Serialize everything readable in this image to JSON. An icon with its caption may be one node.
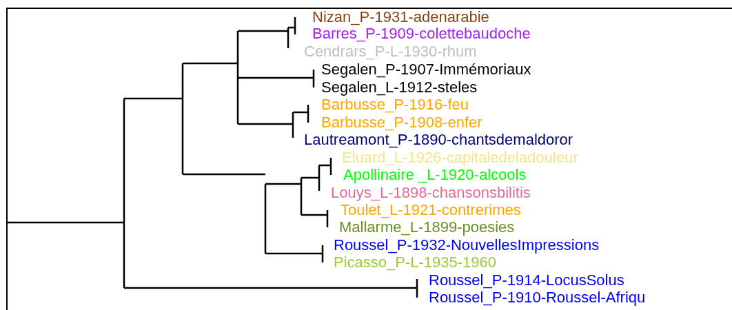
{
  "diagram": {
    "labels": [
      "Nizan_P-1931-adenarabie",
      "Barres_P-1909-colettebaudoche",
      "Cendrars_P-L-1930-rhum",
      "Segalen_P-1907-Immémoriaux",
      "Segalen_L-1912-steles",
      "Barbusse_P-1916-feu",
      "Barbusse_P-1908-enfer",
      "Lautreamont_P-1890-chantsdemaldoror",
      "Eluard_L-1926-capitaledeladouleur",
      "Apollinaire _L-1920-alcools",
      "Louys_L-1898-chansonsbilitis",
      "Toulet_L-1921-contrerimes",
      "Mallarme_L-1899-poesies",
      "Roussel_P-1932-NouvellesImpressions",
      "Picasso_P-L-1935-1960",
      "Roussel_P-1914-LocusSolus",
      "Roussel_P-1910-Roussel-Afriqu"
    ]
  }
}
